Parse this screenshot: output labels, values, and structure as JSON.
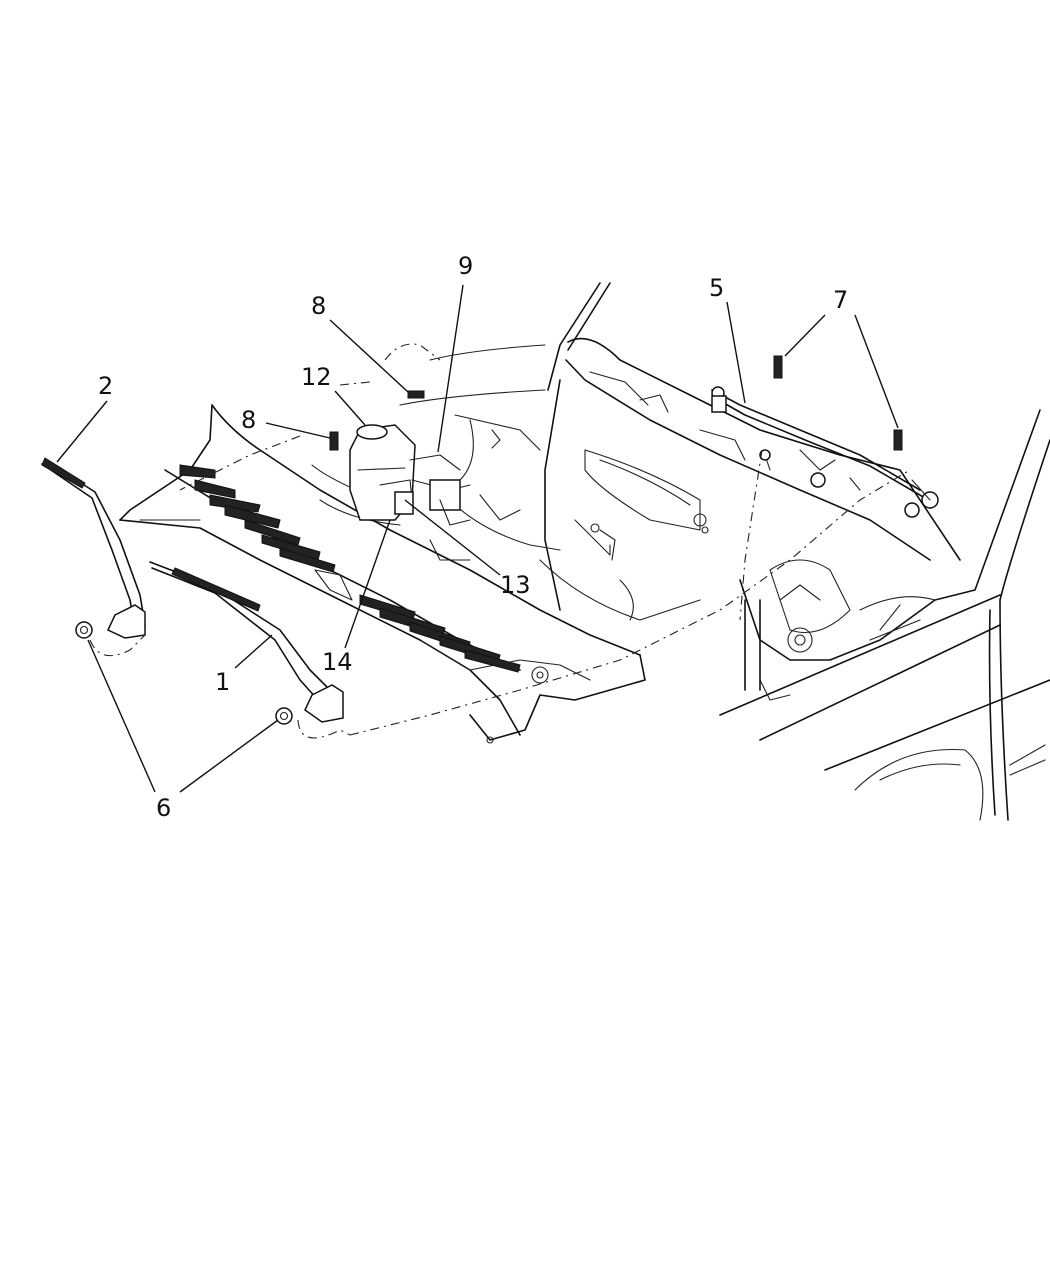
{
  "callouts": {
    "c1": "1",
    "c2": "2",
    "c5": "5",
    "c6": "6",
    "c7": "7",
    "c8a": "8",
    "c8b": "8",
    "c9": "9",
    "c12": "12",
    "c13": "13",
    "c14": "14"
  },
  "colors": {
    "line": "#111111",
    "background": "#ffffff"
  }
}
